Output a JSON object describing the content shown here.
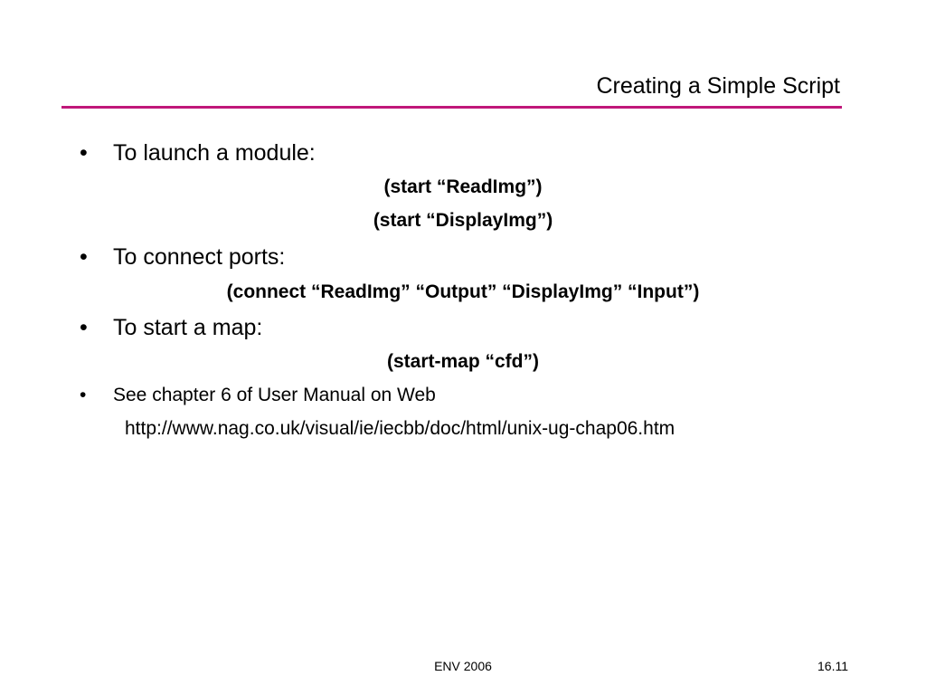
{
  "slide": {
    "title": "Creating a Simple Script",
    "accent_color": "#c0187a"
  },
  "bullets": {
    "launch": {
      "marker": "•",
      "text": "To launch a module:",
      "code": [
        "(start “ReadImg”)",
        "(start “DisplayImg”)"
      ]
    },
    "connect": {
      "marker": "•",
      "text": "To connect ports:",
      "code": [
        "(connect “ReadImg” “Output” “DisplayImg” “Input”)"
      ]
    },
    "map": {
      "marker": "•",
      "text": "To start a map:",
      "code": [
        "(start-map “cfd”)"
      ]
    },
    "manual": {
      "marker": "•",
      "text": "See chapter 6 of User Manual on Web",
      "url": "http://www.nag.co.uk/visual/ie/iecbb/doc/html/unix-ug-chap06.htm"
    }
  },
  "footer": {
    "center": "ENV 2006",
    "page_number": "16.11"
  }
}
